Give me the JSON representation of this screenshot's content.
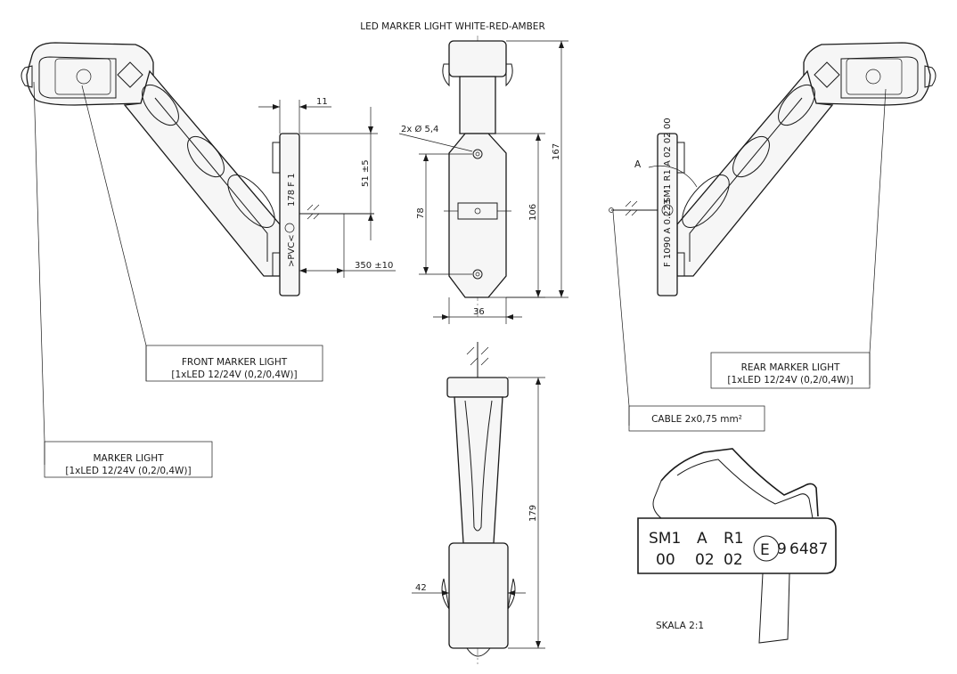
{
  "title": "LED MARKER LIGHT WHITE-RED-AMBER",
  "callouts": {
    "front": [
      "FRONT MARKER LIGHT",
      "[1xLED 12/24V (0,2/0,4W)]"
    ],
    "rear": [
      "REAR MARKER LIGHT",
      "[1xLED 12/24V (0,2/0,4W)]"
    ],
    "marker": [
      "MARKER LIGHT",
      "[1xLED 12/24V (0,2/0,4W)]"
    ],
    "cable": "CABLE 2x0,75 mm²"
  },
  "dimensions": {
    "d11": "11",
    "d51": "51 ±5",
    "d350": "350 ±10",
    "hole": "2x Ø 5,4",
    "d78": "78",
    "d106": "106",
    "d167": "167",
    "d36": "36",
    "d179": "179",
    "d42": "42"
  },
  "detail": {
    "ref": "A",
    "stamp_row1": [
      "SM1",
      "A",
      "R1"
    ],
    "stamp_row2": [
      "00",
      "02",
      "02"
    ],
    "e_mark": "E",
    "e_num": "9",
    "approval": "6487",
    "scale": "SKALA 2:1"
  },
  "base_markings": {
    "left_upper": "178 F   1",
    "left_lower": ">PVC<",
    "right_upper": "SM1 R1 A 02 02 00",
    "right_lower": "F 1090 A 0.223"
  },
  "colors": {
    "line": "#1a1a1a",
    "background": "#ffffff"
  }
}
